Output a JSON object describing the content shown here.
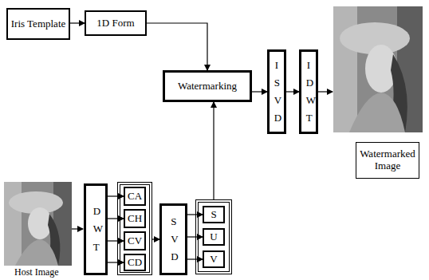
{
  "diagram": {
    "nodes": [
      {
        "text": [
          "Iris Template"
        ]
      },
      {
        "text": [
          "1D Form"
        ]
      },
      {
        "text": [
          "Watermarking"
        ]
      },
      {
        "text": [
          "I S V D"
        ]
      },
      {
        "text": [
          "I D W T"
        ]
      },
      {
        "text": [
          "Watermarked Image"
        ]
      },
      {
        "text": [
          "D W T"
        ]
      },
      {
        "text": []
      },
      {
        "text": [
          "CA"
        ],
        "in": 7
      },
      {
        "text": [
          "CH"
        ],
        "in": 7
      },
      {
        "text": [
          "CV"
        ],
        "in": 7
      },
      {
        "text": [
          "CD"
        ],
        "in": 7
      },
      {
        "text": [
          "S V D"
        ]
      },
      {
        "text": []
      },
      {
        "text": [
          "S"
        ],
        "in": 13
      },
      {
        "text": [
          "U"
        ],
        "in": 13
      },
      {
        "text": [
          "V"
        ],
        "in": 13
      }
    ],
    "edges": [
      {
        "from": 0,
        "to": 1,
        "arrow": "to"
      },
      {
        "from": 1,
        "to": 2,
        "arrow": "to"
      },
      {
        "from": 2,
        "to": 3,
        "arrow": "to"
      },
      {
        "from": 3,
        "to": 4,
        "arrow": "to"
      },
      {
        "from": 6,
        "to": 8,
        "arrow": "to"
      },
      {
        "from": 6,
        "to": 9,
        "arrow": "to"
      },
      {
        "from": 6,
        "to": 10,
        "arrow": "to"
      },
      {
        "from": 6,
        "to": 11,
        "arrow": "to"
      },
      {
        "from": 7,
        "to": 12,
        "arrow": "to"
      },
      {
        "from": 12,
        "to": 14,
        "arrow": "to"
      },
      {
        "from": 12,
        "to": 15,
        "arrow": "to"
      },
      {
        "from": 12,
        "to": 16,
        "arrow": "to"
      },
      {
        "from": 13,
        "to": 2,
        "arrow": "to"
      }
    ],
    "labels": [
      "Host Image"
    ]
  }
}
